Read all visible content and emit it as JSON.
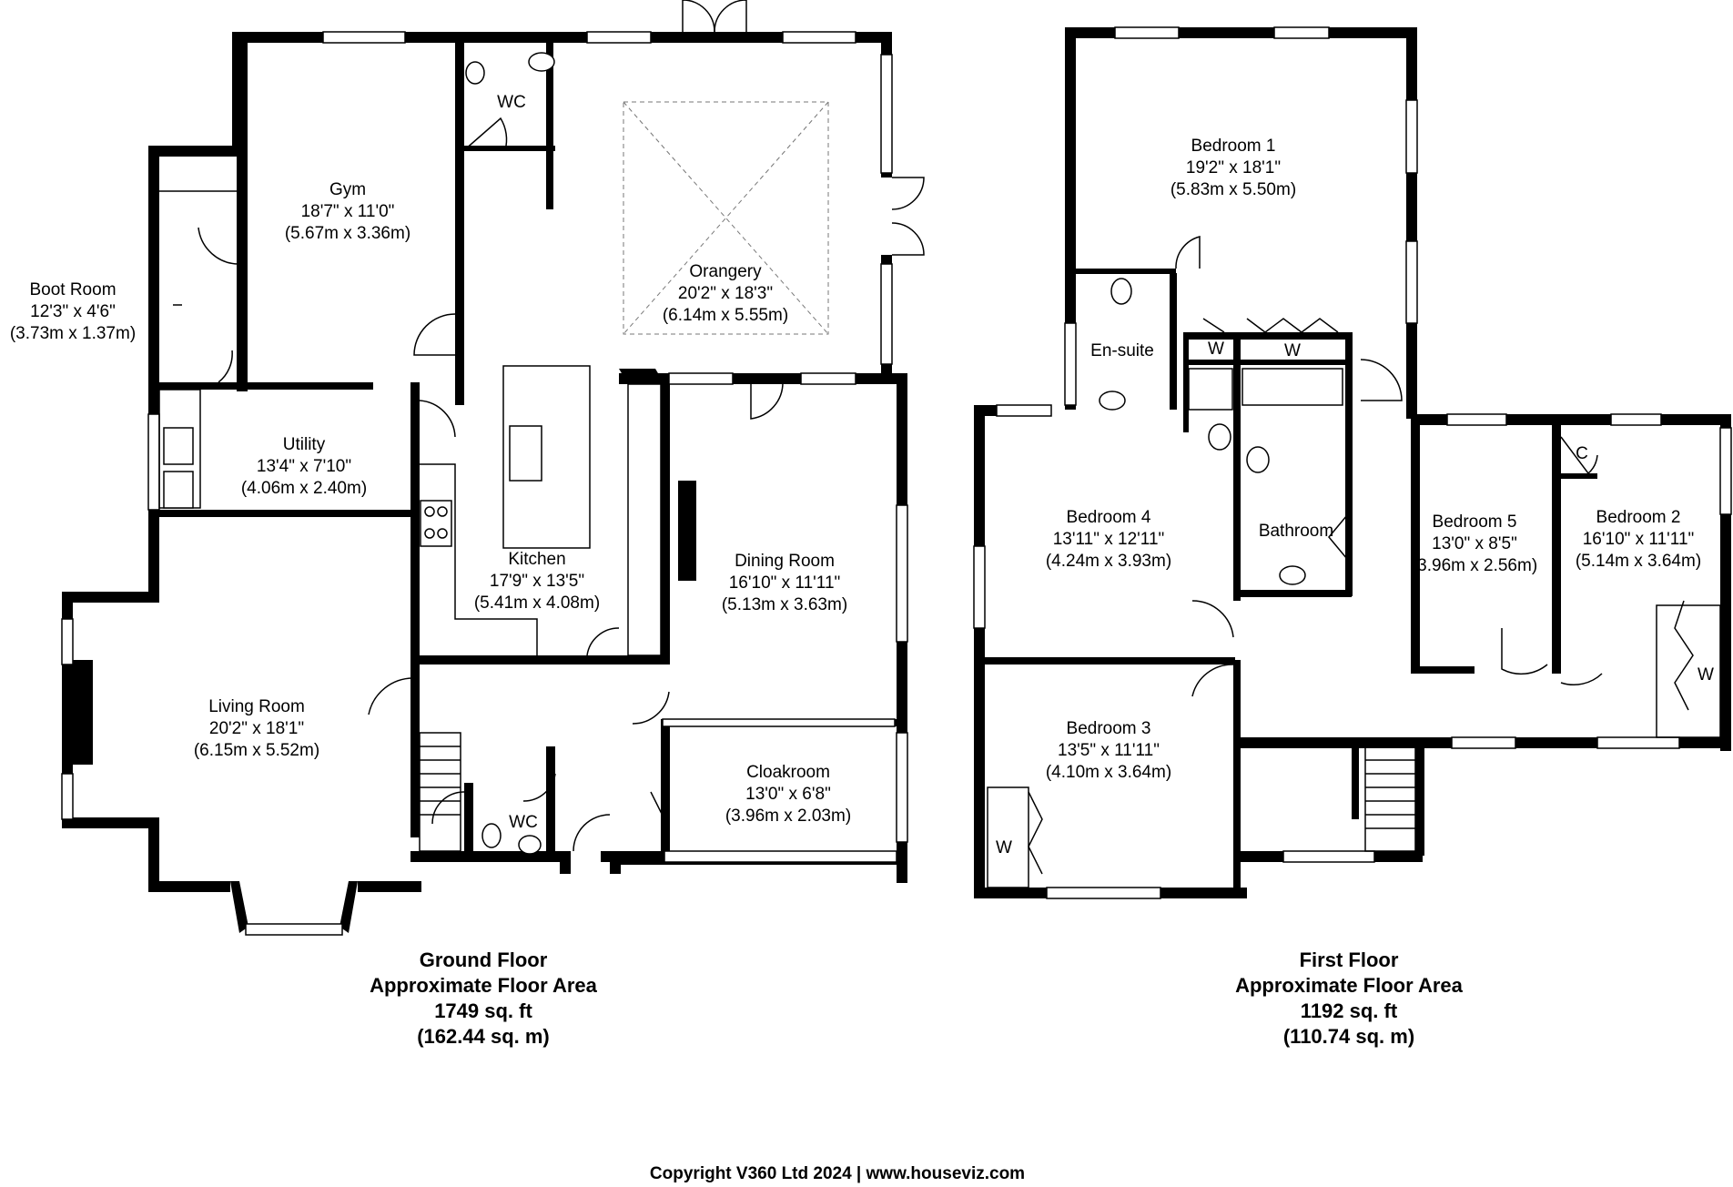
{
  "ground_floor": {
    "title": "Ground Floor",
    "subtitle": "Approximate Floor Area",
    "area_sqft": "1749 sq. ft",
    "area_sqm": "(162.44 sq. m)",
    "rooms": {
      "boot_room": {
        "name": "Boot Room",
        "imperial": "12'3\" x 4'6\"",
        "metric": "(3.73m x 1.37m)"
      },
      "gym": {
        "name": "Gym",
        "imperial": "18'7\" x 11'0\"",
        "metric": "(5.67m x 3.36m)"
      },
      "wc_top": {
        "name": "WC"
      },
      "orangery": {
        "name": "Orangery",
        "imperial": "20'2\" x 18'3\"",
        "metric": "(6.14m x 5.55m)"
      },
      "utility": {
        "name": "Utility",
        "imperial": "13'4\" x 7'10\"",
        "metric": "(4.06m x 2.40m)"
      },
      "kitchen": {
        "name": "Kitchen",
        "imperial": "17'9\" x 13'5\"",
        "metric": "(5.41m x 4.08m)"
      },
      "dining_room": {
        "name": "Dining Room",
        "imperial": "16'10\" x 11'11\"",
        "metric": "(5.13m x 3.63m)"
      },
      "living_room": {
        "name": "Living Room",
        "imperial": "20'2\" x 18'1\"",
        "metric": "(6.15m x 5.52m)"
      },
      "wc_bottom": {
        "name": "WC"
      },
      "cloakroom": {
        "name": "Cloakroom",
        "imperial": "13'0\" x 6'8\"",
        "metric": "(3.96m x 2.03m)"
      }
    }
  },
  "first_floor": {
    "title": "First Floor",
    "subtitle": "Approximate Floor Area",
    "area_sqft": "1192 sq. ft",
    "area_sqm": "(110.74 sq. m)",
    "rooms": {
      "bedroom_1": {
        "name": "Bedroom 1",
        "imperial": "19'2\" x 18'1\"",
        "metric": "(5.83m x 5.50m)"
      },
      "en_suite": {
        "name": "En-suite"
      },
      "w_small": {
        "name": "W"
      },
      "w_landing": {
        "name": "W"
      },
      "bedroom_4": {
        "name": "Bedroom 4",
        "imperial": "13'11\" x 12'11\"",
        "metric": "(4.24m x 3.93m)"
      },
      "bathroom": {
        "name": "Bathroom"
      },
      "bedroom_5": {
        "name": "Bedroom 5",
        "imperial": "13'0\" x 8'5\"",
        "metric": "(3.96m x 2.56m)"
      },
      "cupboard": {
        "name": "C"
      },
      "bedroom_2": {
        "name": "Bedroom 2",
        "imperial": "16'10\" x 11'11\"",
        "metric": "(5.14m x 3.64m)"
      },
      "w_bed2": {
        "name": "W"
      },
      "bedroom_3": {
        "name": "Bedroom 3",
        "imperial": "13'5\" x 11'11\"",
        "metric": "(4.10m x 3.64m)"
      },
      "w_bed3": {
        "name": "W"
      }
    }
  },
  "copyright": "Copyright V360 Ltd 2024 | www.houseviz.com"
}
